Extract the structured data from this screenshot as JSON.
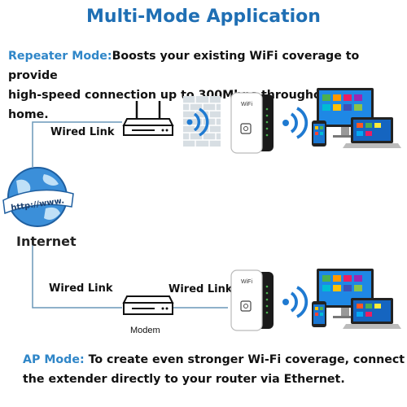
{
  "title": "Multi-Mode Application",
  "repeater": {
    "mode_label": "Repeater Mode:",
    "line1": "Boosts your existing WiFi coverage to provide",
    "line2": "high-speed connection up to 300Mbps throughout your home."
  },
  "ap": {
    "mode_label": "AP Mode:",
    "line1": " To create even stronger Wi-Fi coverage, connect",
    "line2": "the extender directly to your router via Ethernet."
  },
  "labels": {
    "wired_link_top": "Wired Link",
    "wired_link_bottom_left": "Wired Link",
    "wired_link_bottom_right": "Wired Link",
    "modem": "Modem",
    "internet": "Internet",
    "globe_text": "http://www.",
    "device_brand": "WiFi"
  },
  "colors": {
    "title": "#1f6fb4",
    "mode_label": "#2f86c8",
    "wifi_waves": "#1f7ad1",
    "link_line": "#6a97b8"
  },
  "icons": [
    "router-icon",
    "wall-icon",
    "wifi-signal-icon",
    "wifi-extender-icon",
    "devices-icon",
    "globe-icon",
    "modem-icon"
  ]
}
